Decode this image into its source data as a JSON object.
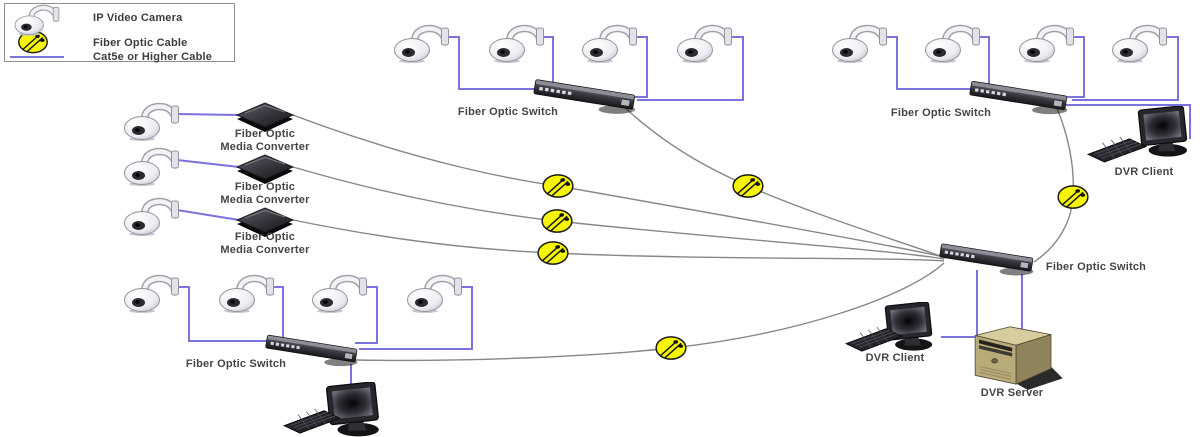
{
  "diagram": {
    "kind": "network-topology",
    "subject": "IP video surveillance over fiber optic network"
  },
  "legend": {
    "camera_label": "IP Video Camera",
    "fiber_label": "Fiber Optic Cable",
    "cat5e_label": "Cat5e or Higher Cable"
  },
  "labels": {
    "fiber_optic_switch": "Fiber Optic Switch",
    "media_converter_line1": "Fiber Optic",
    "media_converter_line2": "Media Converter",
    "dvr_client": "DVR Client",
    "dvr_server": "DVR Server"
  },
  "device_counts": {
    "ip_cameras": 15,
    "fiber_optic_switches": 4,
    "fiber_optic_media_converters": 3,
    "dvr_clients": 2,
    "dvr_servers": 1,
    "unlabeled_workstations": 1,
    "fiber_cable_markers": 6
  },
  "colors": {
    "cat5e_cable": "#7a72dd",
    "fiber_line": "#878787",
    "fiber_marker_fill": "#f6f600",
    "fiber_marker_stroke": "#1a1a1a",
    "label_text": "#454545",
    "background": "#ffffff"
  }
}
